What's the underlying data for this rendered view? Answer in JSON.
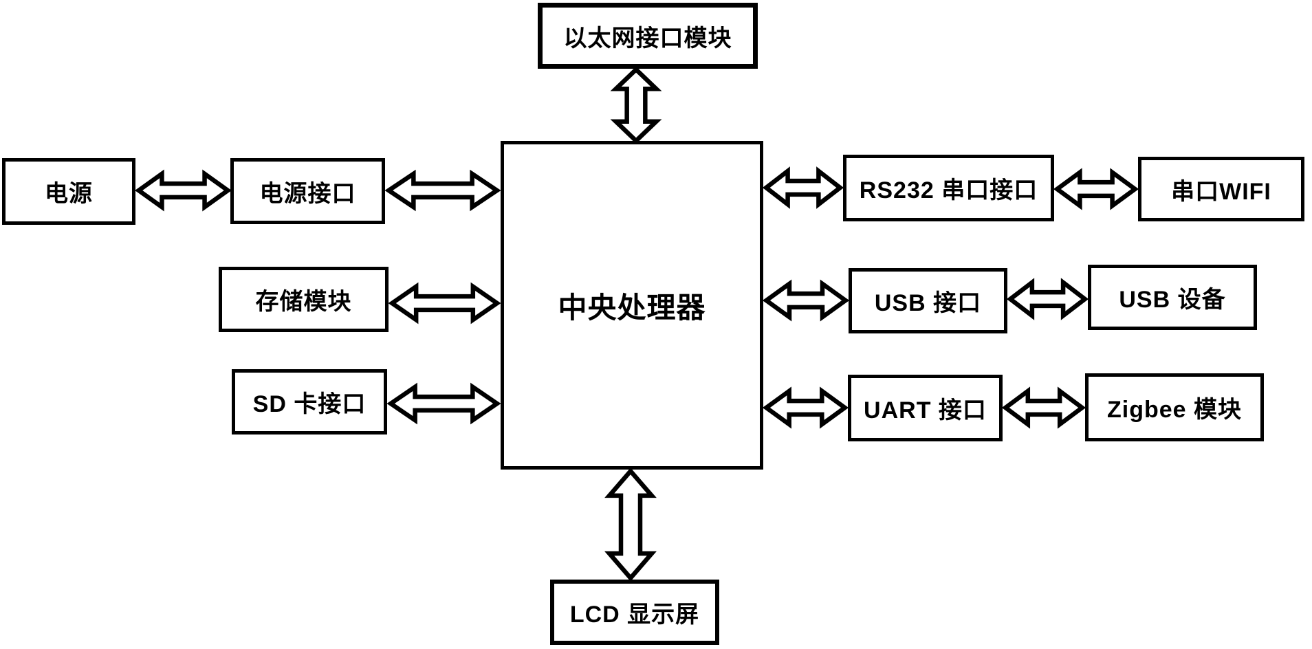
{
  "diagram": {
    "background_color": "#ffffff",
    "line_color": "#000000",
    "box_fill_color": "#ffffff",
    "text_color": "#000000",
    "nodes": {
      "ethernet": "以太网接口模块",
      "cpu": "中央处理器",
      "lcd": "LCD 显示屏",
      "power": "电源",
      "power_interface": "电源接口",
      "storage": "存储模块",
      "sd_card": "SD 卡接口",
      "rs232": "RS232 串口接口",
      "serial_wifi": "串口WIFI",
      "usb_interface": "USB 接口",
      "usb_device": "USB 设备",
      "uart": "UART 接口",
      "zigbee": "Zigbee 模块"
    },
    "connections": [
      {
        "from": "电源",
        "to": "电源接口",
        "type": "bidirectional"
      },
      {
        "from": "电源接口",
        "to": "中央处理器",
        "type": "bidirectional"
      },
      {
        "from": "存储模块",
        "to": "中央处理器",
        "type": "bidirectional"
      },
      {
        "from": "SD 卡接口",
        "to": "中央处理器",
        "type": "bidirectional"
      },
      {
        "from": "以太网接口模块",
        "to": "中央处理器",
        "type": "bidirectional"
      },
      {
        "from": "中央处理器",
        "to": "LCD 显示屏",
        "type": "bidirectional"
      },
      {
        "from": "中央处理器",
        "to": "RS232 串口接口",
        "type": "bidirectional"
      },
      {
        "from": "RS232 串口接口",
        "to": "串口WIFI",
        "type": "bidirectional"
      },
      {
        "from": "中央处理器",
        "to": "USB 接口",
        "type": "bidirectional"
      },
      {
        "from": "USB 接口",
        "to": "USB 设备",
        "type": "bidirectional"
      },
      {
        "from": "中央处理器",
        "to": "UART 接口",
        "type": "bidirectional"
      },
      {
        "from": "UART 接口",
        "to": "Zigbee 模块",
        "type": "bidirectional"
      }
    ]
  }
}
